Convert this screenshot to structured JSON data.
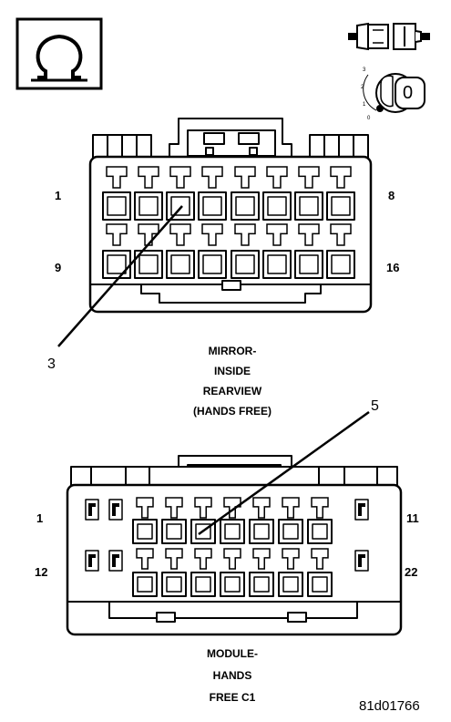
{
  "diagram": {
    "figure_id": "81d01766",
    "connectors": [
      {
        "caption_lines": [
          "MIRROR-",
          "INSIDE",
          "REARVIEW",
          "(HANDS FREE)"
        ],
        "pin_labels": {
          "top_left": "1",
          "top_right": "8",
          "bottom_left": "9",
          "bottom_right": "16"
        },
        "callout": "3"
      },
      {
        "caption_lines": [
          "MODULE-",
          "HANDS",
          "FREE C1"
        ],
        "pin_labels": {
          "top_left": "1",
          "top_right": "11",
          "bottom_left": "12",
          "bottom_right": "22"
        },
        "callout": "5"
      }
    ],
    "view_indicator": {
      "icon": "omega-symbol-icon",
      "ignition_key_position": "0",
      "ignition_positions": [
        "3",
        "2",
        "1",
        "0"
      ]
    }
  }
}
